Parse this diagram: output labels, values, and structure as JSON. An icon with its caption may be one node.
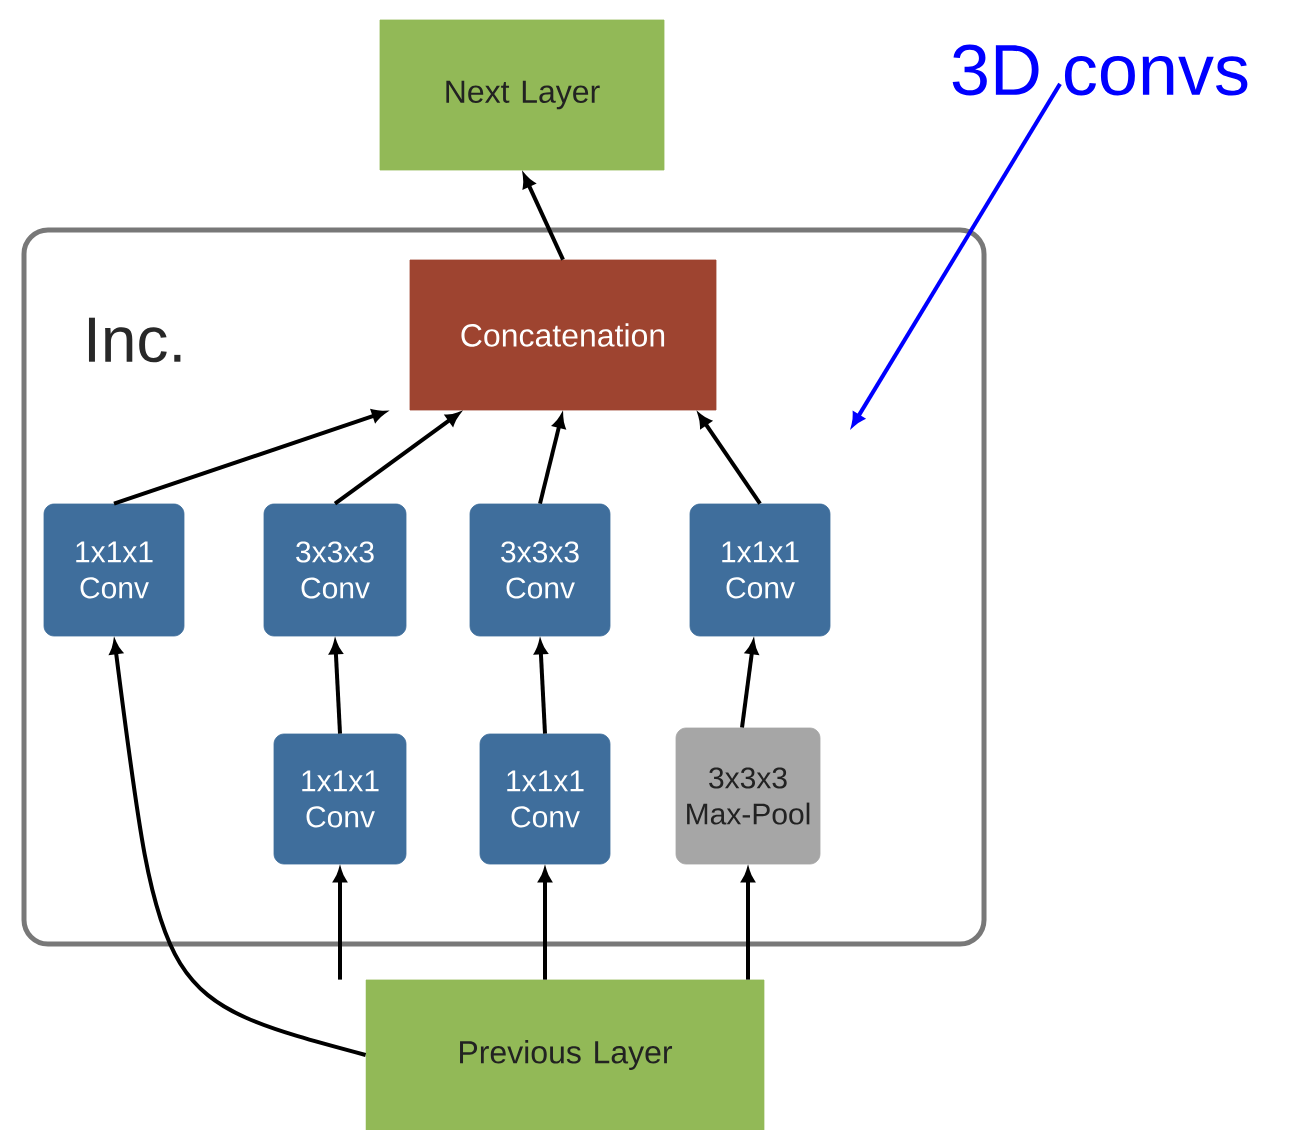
{
  "diagram": {
    "nodes": [
      {
        "text": [
          "Next Layer"
        ]
      },
      {
        "text": [
          "Inc."
        ]
      },
      {
        "text": [
          "Concatenation"
        ],
        "in": 1
      },
      {
        "text": [
          "1x1x1 Conv"
        ],
        "in": 1
      },
      {
        "text": [
          "3x3x3 Conv"
        ],
        "in": 1
      },
      {
        "text": [
          "3x3x3 Conv"
        ],
        "in": 1
      },
      {
        "text": [
          "1x1x1 Conv"
        ],
        "in": 1
      },
      {
        "text": [
          "1x1x1 Conv"
        ],
        "in": 1
      },
      {
        "text": [
          "1x1x1 Conv"
        ],
        "in": 1
      },
      {
        "text": [
          "3x3x3 Max-Pool"
        ],
        "in": 1
      },
      {
        "text": [
          "Previous Layer"
        ]
      },
      {
        "text": [
          "3D convs"
        ]
      }
    ],
    "edges": [
      {
        "from": 2,
        "to": 0,
        "arrow": "to"
      },
      {
        "from": 3,
        "to": 2,
        "arrow": "to"
      },
      {
        "from": 4,
        "to": 2,
        "arrow": "to"
      },
      {
        "from": 5,
        "to": 2,
        "arrow": "to"
      },
      {
        "from": 6,
        "to": 2,
        "arrow": "to"
      },
      {
        "from": 7,
        "to": 4,
        "arrow": "to"
      },
      {
        "from": 8,
        "to": 5,
        "arrow": "to"
      },
      {
        "from": 9,
        "to": 6,
        "arrow": "to"
      },
      {
        "from": 10,
        "to": 3,
        "arrow": "to"
      },
      {
        "from": 10,
        "to": 7,
        "arrow": "to"
      },
      {
        "from": 10,
        "to": 8,
        "arrow": "to"
      },
      {
        "from": 10,
        "to": 9,
        "arrow": "to"
      },
      {
        "from": 11,
        "to": null,
        "arrow": "to",
        "color": "#0000ff"
      }
    ]
  }
}
